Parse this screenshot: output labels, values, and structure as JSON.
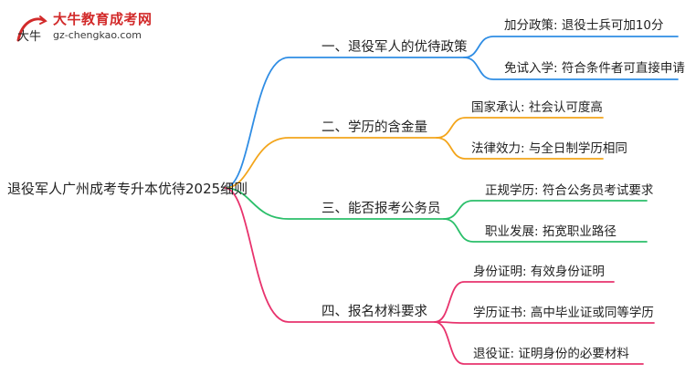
{
  "logo": {
    "title": "大牛教育成考网",
    "url": "gz-chengkao.com",
    "mark_text": "大牛"
  },
  "colors": {
    "blue": "#2f8de4",
    "orange": "#f3a51b",
    "green": "#2bbf6a",
    "pink": "#e8336d",
    "brand_red": "#d22a2a"
  },
  "mindmap": {
    "root": "退役军人广州成考专升本优待2025细则",
    "branches": [
      {
        "label": "一、退役军人的优待政策",
        "color": "blue",
        "leaves": [
          "加分政策: 退役士兵可加10分",
          "免试入学: 符合条件者可直接申请"
        ]
      },
      {
        "label": "二、学历的含金量",
        "color": "orange",
        "leaves": [
          "国家承认: 社会认可度高",
          "法律效力: 与全日制学历相同"
        ]
      },
      {
        "label": "三、能否报考公务员",
        "color": "green",
        "leaves": [
          "正规学历: 符合公务员考试要求",
          "职业发展: 拓宽职业路径"
        ]
      },
      {
        "label": "四、报名材料要求",
        "color": "pink",
        "leaves": [
          "身份证明: 有效身份证明",
          "学历证书: 高中毕业证或同等学历",
          "退役证: 证明身份的必要材料"
        ]
      }
    ]
  }
}
